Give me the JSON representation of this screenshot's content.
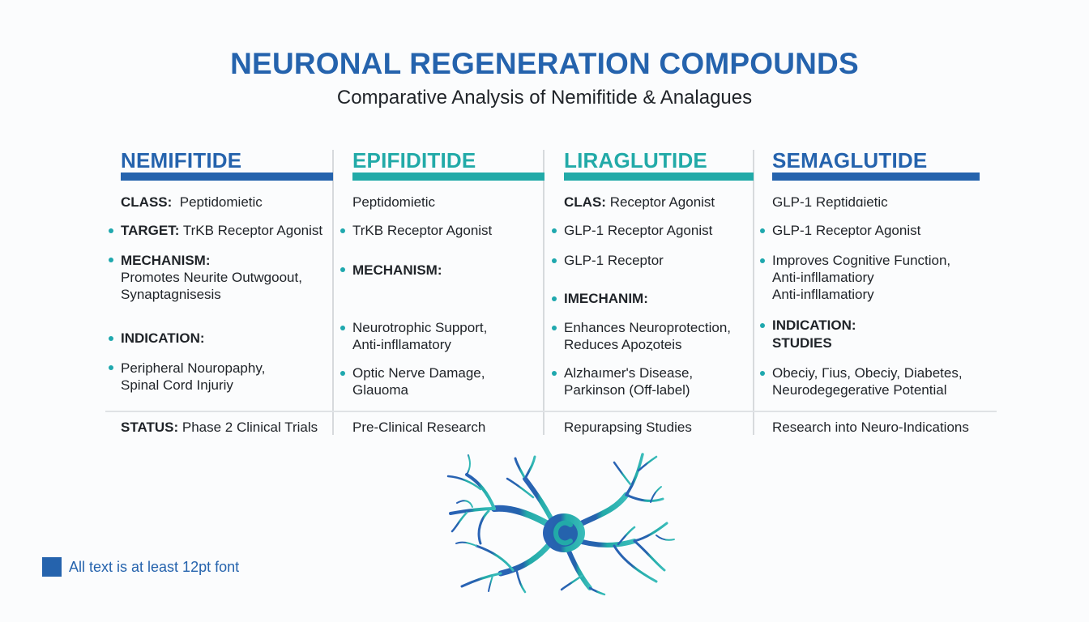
{
  "title": "NEURONAL REGENERATION COMPOUNDS",
  "subtitle": "Comparative Analysis of Nemifitide & Analagues",
  "colors": {
    "blue": "#2563ad",
    "teal": "#22aaa8",
    "bullet": "#1fa8ae"
  },
  "columns": [
    {
      "name": "NEMIFITIDE",
      "accent": "blue",
      "class_label": "CLASS:",
      "class_value": "Peptidomietic",
      "target_label": "TARGET:",
      "target_value": "TrKB Receptor Agonist",
      "mechanism_label": "MECHANISM:",
      "mechanism_lines": [
        "Promotes Neurite Outwgoout,",
        "Synaptagnisesis"
      ],
      "indication_label": "INDICATION:",
      "indication_lines": [
        "Peripheral Nouropaphy,",
        "Spinal Cord Injuriy"
      ],
      "status_label": "STATUS:",
      "status_value": "Phase 2 Clinical Trials"
    },
    {
      "name": "EPIFIDITIDE",
      "accent": "teal",
      "class_value": "Peptidomietic",
      "target_value": "TrKB Receptor Agonist",
      "mechanism_label": "MECHANISM:",
      "effect_lines": [
        "Neurotrophic Support,",
        "Anti-infllamatory"
      ],
      "indication_lines": [
        "Optic Nerve Damage,",
        "Glauoma"
      ],
      "status_value": "Pre-Clinical Research"
    },
    {
      "name": "LIRAGLUTIDE",
      "accent": "teal",
      "class_label": "CLAS:",
      "class_value": "Receptor Agonist",
      "target_value": "GLP-1 Receptor Agonist",
      "target2_value": "GLP-1 Receptor",
      "mechanism_label": "IMECHANIM:",
      "effect_lines": [
        "Enhances Neuroprotection,",
        "Reduces Apoȥoteis"
      ],
      "indication_lines": [
        "Alzhaımer's Disease,",
        "Parkinson (Off-label)"
      ],
      "status_value": "Repurapsing Studies"
    },
    {
      "name": "SEMAGLUTIDE",
      "accent": "blue",
      "class_value": "GLP-1 Reptidɑietic",
      "target_value": "GLP-1 Receptor Agonist",
      "effect_lines": [
        "Improves Cognitive Function,",
        "Anti-infllamatiory",
        "Anti-infllamatiory"
      ],
      "indication_label_lines": [
        "INDICATION:",
        "STUDIES"
      ],
      "indication_lines": [
        "Obeciy, Γius, Obeciy, Diabetes,",
        "Neurodegegerative Potential"
      ],
      "status_value": "Research into Neuro-Indications"
    }
  ],
  "illustration": {
    "icon": "neuron-icon"
  },
  "legend": {
    "text": "All text is at least 12pt font"
  }
}
